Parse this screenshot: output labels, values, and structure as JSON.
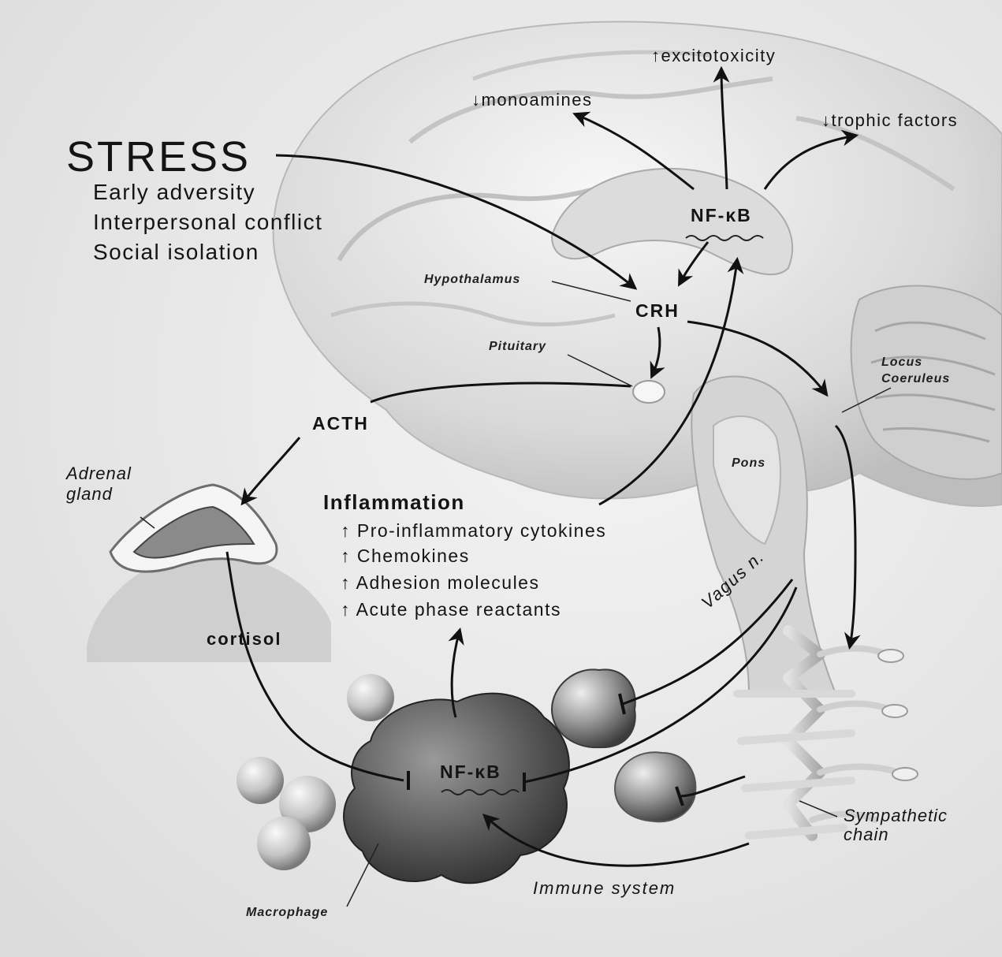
{
  "stress": {
    "title": "STRESS",
    "causes": [
      "Early adversity",
      "Interpersonal conflict",
      "Social isolation"
    ]
  },
  "brain": {
    "nfkb": "NF-κB",
    "crh": "CRH",
    "hypothalamus": "Hypothalamus",
    "pituitary": "Pituitary",
    "locus": [
      "Locus",
      "Coeruleus"
    ],
    "pons": "Pons"
  },
  "outputs": {
    "excitotoxicity": "excitotoxicity",
    "monoamines": "monoamines",
    "trophic": "trophic factors",
    "up_symbol": "↑",
    "down_symbol": "↓"
  },
  "hpa": {
    "acth": "ACTH",
    "adrenal": [
      "Adrenal",
      "gland"
    ],
    "cortisol": "cortisol"
  },
  "inflammation": {
    "title": "Inflammation",
    "up_symbol": "↑",
    "items": [
      "Pro-inflammatory cytokines",
      "Chemokines",
      "Adhesion molecules",
      "Acute phase reactants"
    ]
  },
  "periphery": {
    "vagus": "Vagus n.",
    "sympathetic": [
      "Sympathetic",
      "chain"
    ],
    "immune": "Immune system",
    "macrophage": "Macrophage",
    "nfkb": "NF-κB"
  }
}
